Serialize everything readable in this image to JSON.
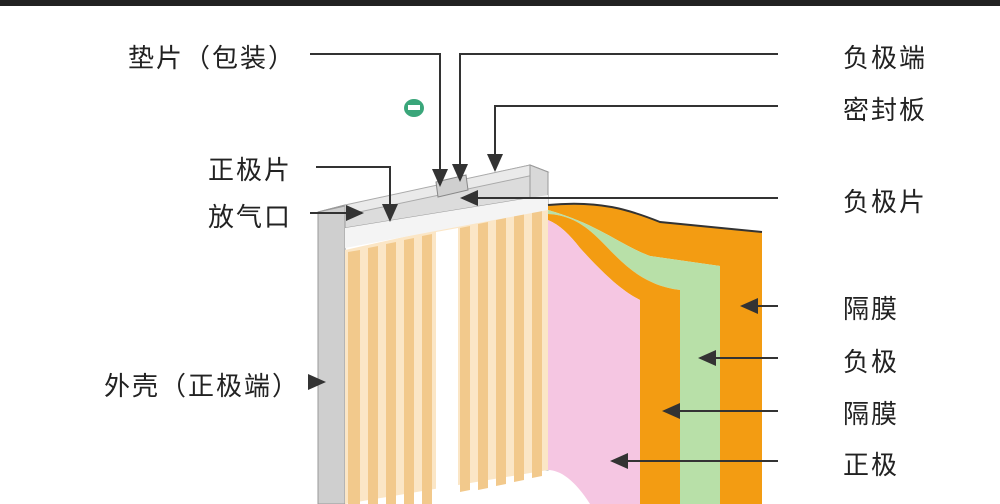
{
  "labels": {
    "gasket": "垫片（包装）",
    "positive_tab": "正极片",
    "vent": "放气口",
    "shell": "外壳（正极端）",
    "negative_terminal": "负极端",
    "seal_plate": "密封板",
    "negative_tab": "负极片",
    "separator_1": "隔膜",
    "negative_electrode": "负极",
    "separator_2": "隔膜",
    "positive_electrode": "正极"
  },
  "colors": {
    "positive_layer": "#f39c12",
    "negative_layer": "#b8e0a8",
    "separator_layer": "#f5c6e2",
    "electrode_stripe": "#f2c98c",
    "shell": "#c8c8c8",
    "leader_line": "#333333"
  }
}
